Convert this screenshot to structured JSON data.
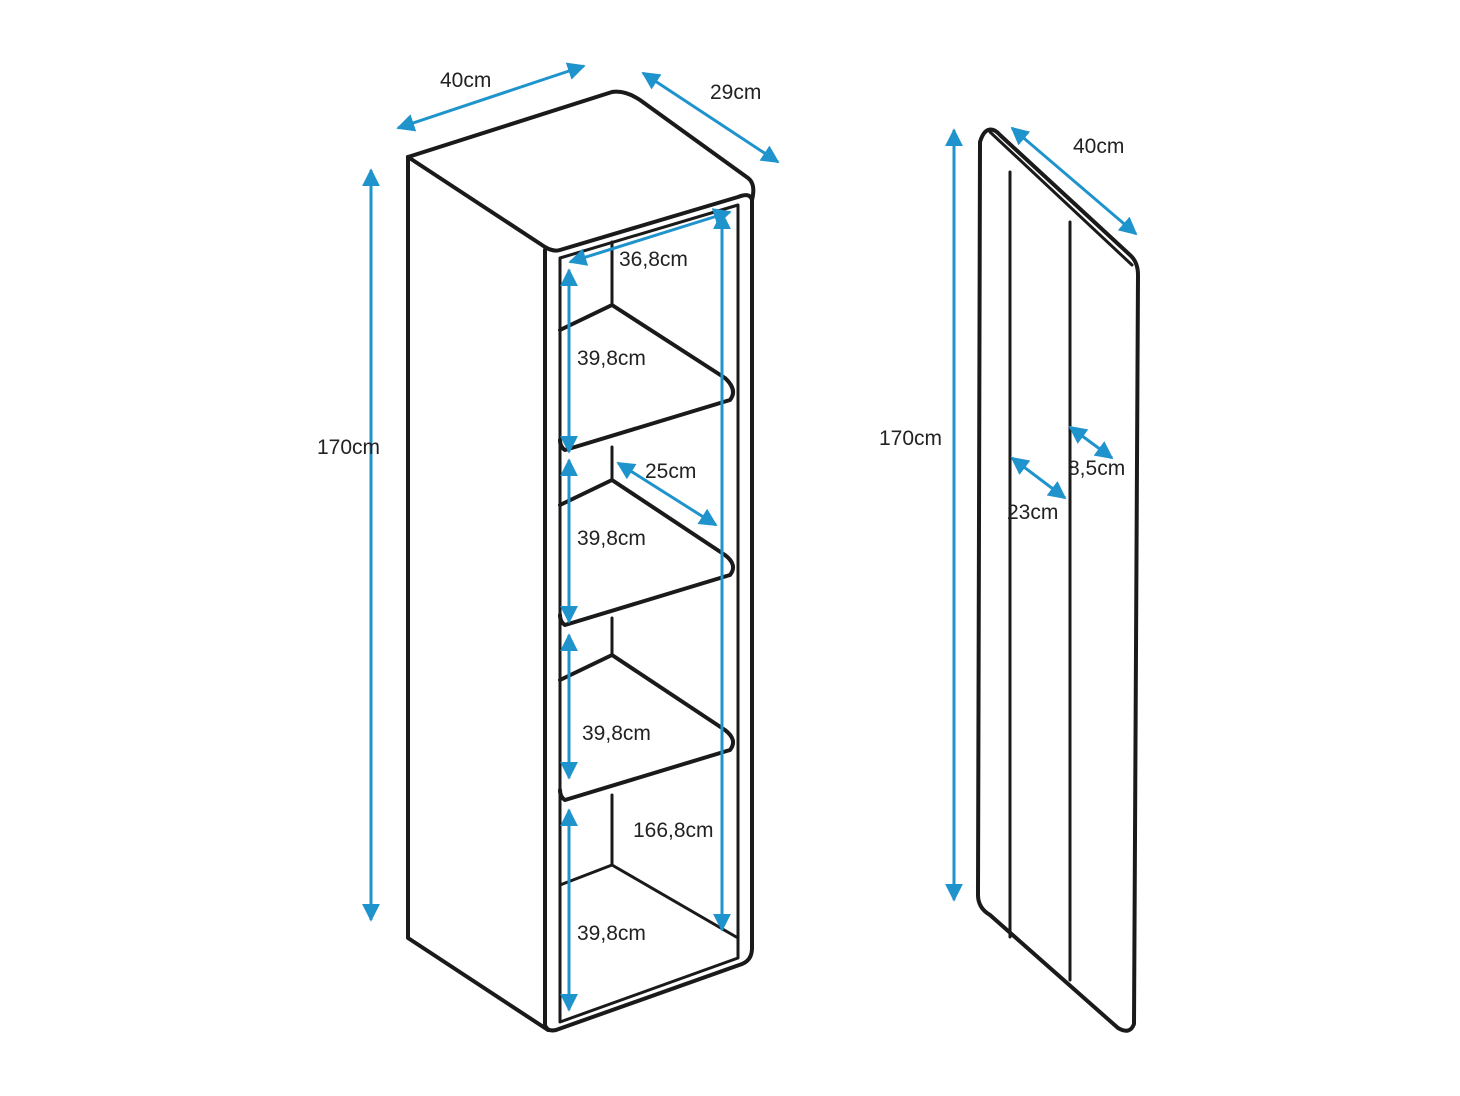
{
  "cabinet": {
    "width": "40cm",
    "depth": "29cm",
    "height": "170cm",
    "inner_width": "36,8cm",
    "inner_height": "166,8cm",
    "shelf_depth": "25cm",
    "compartments": [
      "39,8cm",
      "39,8cm",
      "39,8cm",
      "39,8cm"
    ]
  },
  "panel": {
    "width": "40cm",
    "height": "170cm",
    "groove_inner": "8,5cm",
    "groove_outer": "23cm"
  },
  "colors": {
    "outline": "#1a1a1a",
    "dimension": "#1f93cc",
    "text": "#222222"
  }
}
